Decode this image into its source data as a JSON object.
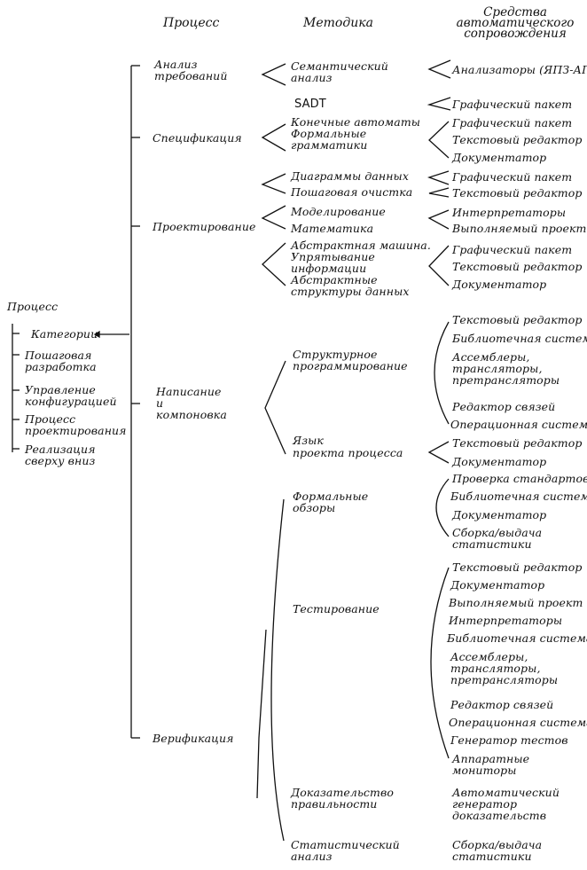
{
  "headers": {
    "process": "Процесс",
    "method": "Методика",
    "tools": "Средства\nавтоматического\nсопровождения"
  },
  "root": {
    "title": "Процесс",
    "items": [
      "Категории",
      "Пошаговая\nразработка",
      "Управление\nконфигурацией",
      "Процесс\nпроектирования",
      "Реализация\nсверху вниз"
    ]
  },
  "processes": [
    {
      "name": "Анализ\nтребований"
    },
    {
      "name": "Спецификация"
    },
    {
      "name": "Проектирование"
    },
    {
      "name": "Написание\nи\nкомпоновка"
    },
    {
      "name": "Верификация"
    }
  ],
  "methods": [
    {
      "name": "Семантический\nанализ",
      "tools": [
        "Анализаторы (ЯПЗ-АПЗ)"
      ]
    },
    {
      "name": "SADT",
      "tools": [
        "Графический пакет"
      ]
    },
    {
      "name": "Конечные автоматы\nФормальные\nграмматики",
      "tools": [
        "Графический пакет",
        "Текстовый редактор",
        "Документатор"
      ]
    },
    {
      "name": "Диаграммы данных",
      "tools": [
        "Графический пакет"
      ]
    },
    {
      "name": "Пошаговая очистка",
      "tools": [
        "Текстовый редактор"
      ]
    },
    {
      "name": "Моделирование\nМатематика",
      "tools": [
        "Интерпретаторы",
        "Выполняемый проект"
      ]
    },
    {
      "name": "Абстрактная машина.\nУпрятывание\nинформации\nАбстрактные\nструктуры данных",
      "tools": [
        "Графический пакет",
        "Текстовый редактор",
        "Документатор"
      ]
    },
    {
      "name": "Структурное\nпрограммирование",
      "tools": [
        "Текстовый редактор",
        "Библиотечная система",
        "Ассемблеры,\nтрансляторы,\nпретрансляторы",
        "Редактор связей",
        "Операционная система"
      ]
    },
    {
      "name": "Язык\nпроекта процесса",
      "tools": [
        "Текстовый редактор",
        "Документатор"
      ]
    },
    {
      "name": "Формальные\nобзоры",
      "tools": [
        "Проверка стандартов",
        "Библиотечная система",
        "Документатор",
        "Сборка/выдача\nстатистики"
      ]
    },
    {
      "name": "Тестирование",
      "tools": [
        "Текстовый редактор",
        "Документатор",
        "Выполняемый проект",
        "Интерпретаторы",
        "Библиотечная система",
        "Ассемблеры,\nтрансляторы,\nпретрансляторы",
        "Редактор связей",
        "Операционная система",
        "Генератор тестов",
        "Аппаратные\nмониторы"
      ]
    },
    {
      "name": "Доказательство\nправильности",
      "tools": [
        "Автоматический\nгенератор\nдоказательств"
      ]
    },
    {
      "name": "Статистический\nанализ",
      "tools": [
        "Сборка/выдача\nстатистики"
      ]
    }
  ]
}
